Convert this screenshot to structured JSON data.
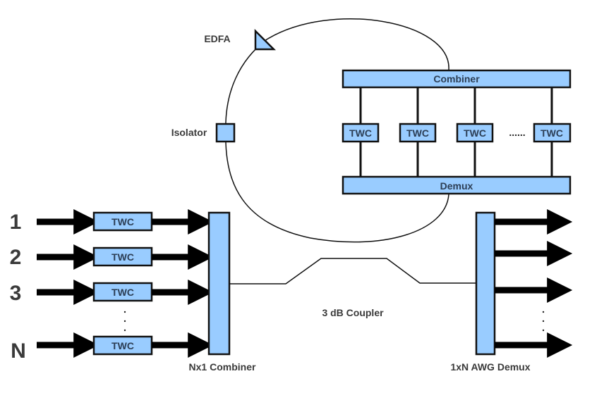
{
  "colors": {
    "block_fill": "#99ccff",
    "line": "#111111",
    "text": "#3a3a3a"
  },
  "inputs": [
    {
      "label": "1",
      "block": "TWC"
    },
    {
      "label": "2",
      "block": "TWC"
    },
    {
      "label": "3",
      "block": "TWC"
    },
    {
      "label": "N",
      "block": "TWC"
    }
  ],
  "input_ellipsis": ".\n.\n.",
  "nx1_combiner_label": "Nx1 Combiner",
  "coupler_label": "3 dB Coupler",
  "demux_label": "1xN AWG Demux",
  "loop": {
    "edfa_label": "EDFA",
    "isolator_label": "Isolator",
    "combiner_label": "Combiner",
    "demux_label": "Demux",
    "twc_blocks": [
      "TWC",
      "TWC",
      "TWC",
      "TWC"
    ],
    "ellipsis": "......"
  }
}
